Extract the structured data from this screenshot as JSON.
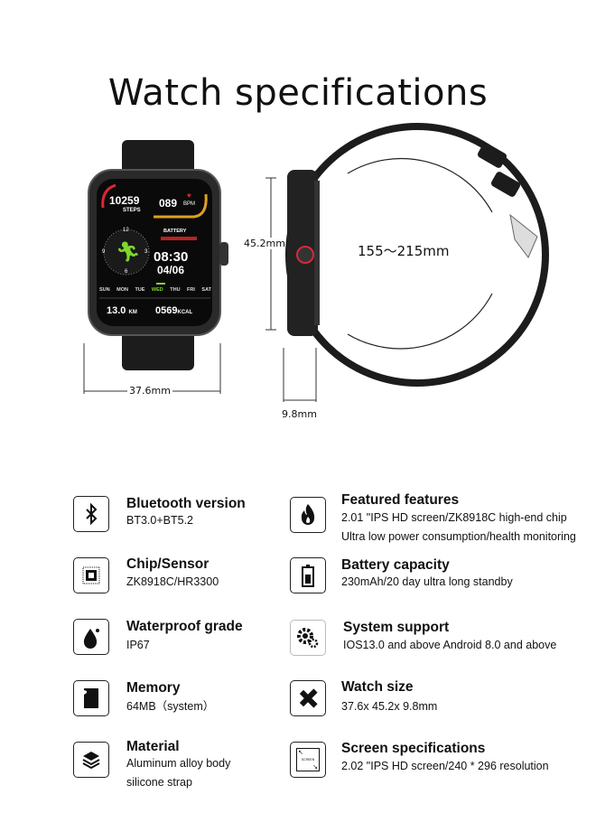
{
  "title": "Watch specifications",
  "watch_screen": {
    "steps": "10259",
    "steps_label": "STEPS",
    "heart_rate": "089",
    "bpm_label": "BPM",
    "battery_label": "BATTERY",
    "time": "08:30",
    "date": "04/06",
    "days": [
      "SUN",
      "MON",
      "TUE",
      "WED",
      "THU",
      "FRI",
      "SAT"
    ],
    "active_day": "WED",
    "distance": "13.0",
    "distance_unit": "KM",
    "calories": "0569",
    "calories_unit": "KCAL",
    "dial_numbers": [
      "12",
      "3",
      "6",
      "9"
    ]
  },
  "dimensions": {
    "height": "45.2mm",
    "width": "37.6mm",
    "thickness": "9.8mm",
    "band_range": "155～215mm"
  },
  "specs": {
    "left": [
      {
        "icon": "bluetooth-icon",
        "title": "Bluetooth version",
        "lines": [
          "BT3.0+BT5.2"
        ]
      },
      {
        "icon": "chip-icon",
        "title": "Chip/Sensor",
        "lines": [
          "ZK8918C/HR3300"
        ]
      },
      {
        "icon": "water-drop-icon",
        "title": "Waterproof grade",
        "lines": [
          "IP67"
        ]
      },
      {
        "icon": "memory-card-icon",
        "title": "Memory",
        "lines": [
          "64MB（system）"
        ]
      },
      {
        "icon": "layers-icon",
        "title": "Material",
        "lines": [
          "Aluminum alloy body",
          "silicone strap"
        ]
      }
    ],
    "right": [
      {
        "icon": "flame-icon",
        "title": "Featured features",
        "lines": [
          "2.01 \"IPS HD screen/ZK8918C high-end chip",
          "Ultra low power consumption/health monitoring"
        ]
      },
      {
        "icon": "battery-icon",
        "title": "Battery capacity",
        "lines": [
          "230mAh/20 day ultra long standby"
        ]
      },
      {
        "icon": "gears-icon",
        "title": "System support",
        "lines": [
          "IOS13.0 and above Android 8.0 and above"
        ]
      },
      {
        "icon": "ruler-pencil-icon",
        "title": "Watch size",
        "lines": [
          "37.6x 45.2x 9.8mm"
        ]
      },
      {
        "icon": "screen-size-icon",
        "title": "Screen specifications",
        "lines": [
          "2.02 \"IPS HD screen/240 * 296 resolution"
        ]
      }
    ],
    "screen_icon_text": "SCREEN"
  },
  "colors": {
    "accent_green": "#7fd82a",
    "accent_red": "#d8283a",
    "strap": "#1c1c1c"
  }
}
